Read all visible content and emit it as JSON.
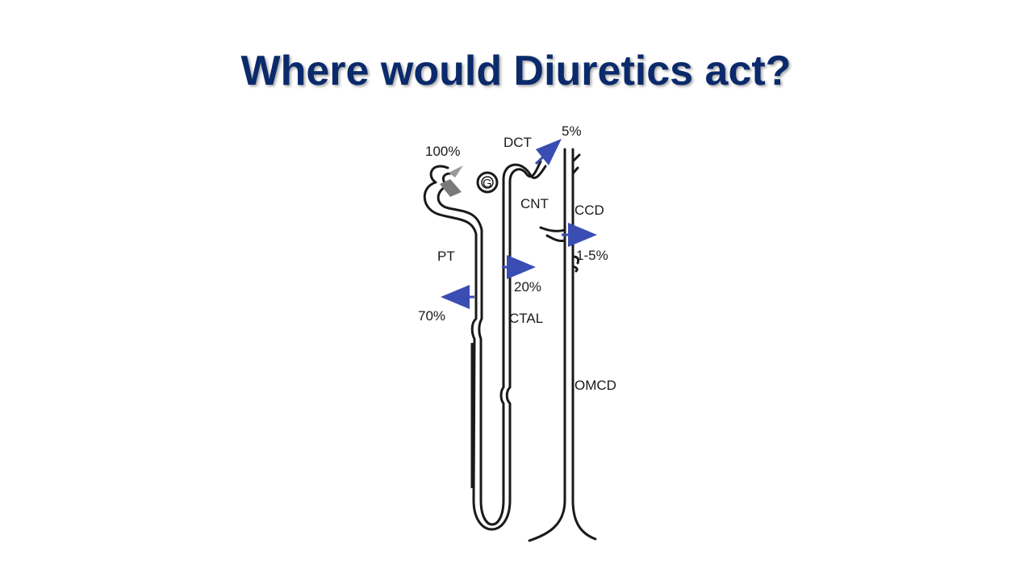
{
  "slide": {
    "title": "Where would Diuretics act?"
  },
  "diagram": {
    "glomerulus_label": "G",
    "segments": {
      "pt": "PT",
      "ctal": "CTAL",
      "dct": "DCT",
      "cnt": "CNT",
      "ccd": "CCD",
      "omcd": "OMCD"
    },
    "percentages": {
      "filtered": "100%",
      "pt": "70%",
      "ctal": "20%",
      "dct": "5%",
      "ccd": "1-5%"
    },
    "colors": {
      "arrow": "#3a4db3",
      "title": "#0b2a6b",
      "outline": "#1a1a1a",
      "capsule_fill": "#7a7a7a"
    }
  }
}
